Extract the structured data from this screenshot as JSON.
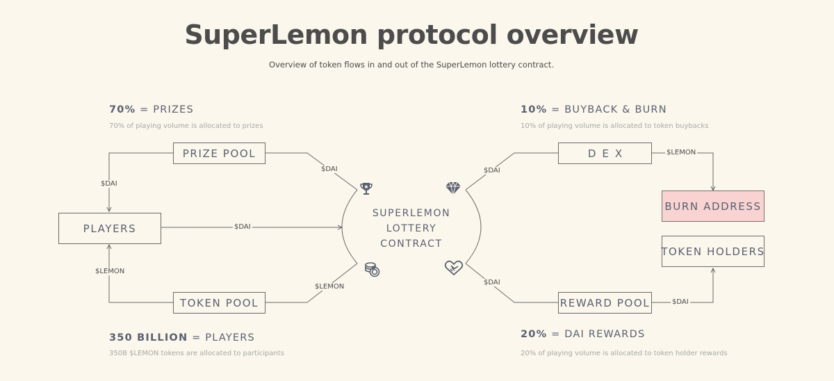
{
  "header": {
    "title": "SuperLemon protocol overview",
    "subtitle": "Overview of token flows in and out of the SuperLemon lottery contract."
  },
  "sections": {
    "prizes": {
      "value": "70%",
      "label": "= PRIZES",
      "description": "70% of playing volume is allocated to prizes"
    },
    "buyback": {
      "value": "10%",
      "label": "= BUYBACK & BURN",
      "description": "10% of playing volume is allocated to token buybacks"
    },
    "players": {
      "value": "350 BILLION",
      "label": "= PLAYERS",
      "description": "350B $LEMON tokens are allocated to participants"
    },
    "rewards": {
      "value": "20%",
      "label": "= DAI REWARDS",
      "description": "20% of playing volume is allocated to token holder rewards"
    }
  },
  "nodes": {
    "prize_pool": "PRIZE POOL",
    "players": "PLAYERS",
    "token_pool": "TOKEN POOL",
    "contract_line1": "SUPERLEMON",
    "contract_line2": "LOTTERY",
    "contract_line3": "CONTRACT",
    "dex": "DEX",
    "burn_address": "BURN ADDRESS",
    "token_holders": "TOKEN HOLDERS",
    "reward_pool": "REWARD POOL"
  },
  "flows": {
    "prize_to_contract": "$DAI",
    "prize_to_players": "$DAI",
    "players_to_contract": "$DAI",
    "token_pool_to_players": "$LEMON",
    "token_pool_to_contract": "$LEMON",
    "contract_to_dex": "$DAI",
    "dex_to_burn": "$LEMON",
    "contract_to_reward": "$DAI",
    "reward_to_holders": "$DAI"
  },
  "icons": {
    "prize": "trophy-icon",
    "token_pool": "coins-icon",
    "buyback": "diamond-icon",
    "rewards": "handshake-heart-icon"
  },
  "colors": {
    "background": "#fbf7ec",
    "burn_fill": "#f8d3d1",
    "heading": "#5a6070"
  }
}
